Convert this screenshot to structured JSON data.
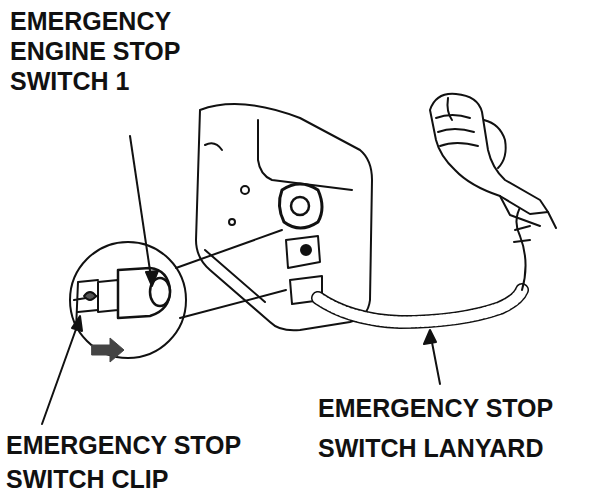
{
  "diagram": {
    "labels": [
      "EMERGENCY ENGINE STOP SWITCH 1",
      "EMERGENCY STOP SWITCH LANYARD",
      "EMERGENCY STOP SWITCH CLIP"
    ]
  }
}
